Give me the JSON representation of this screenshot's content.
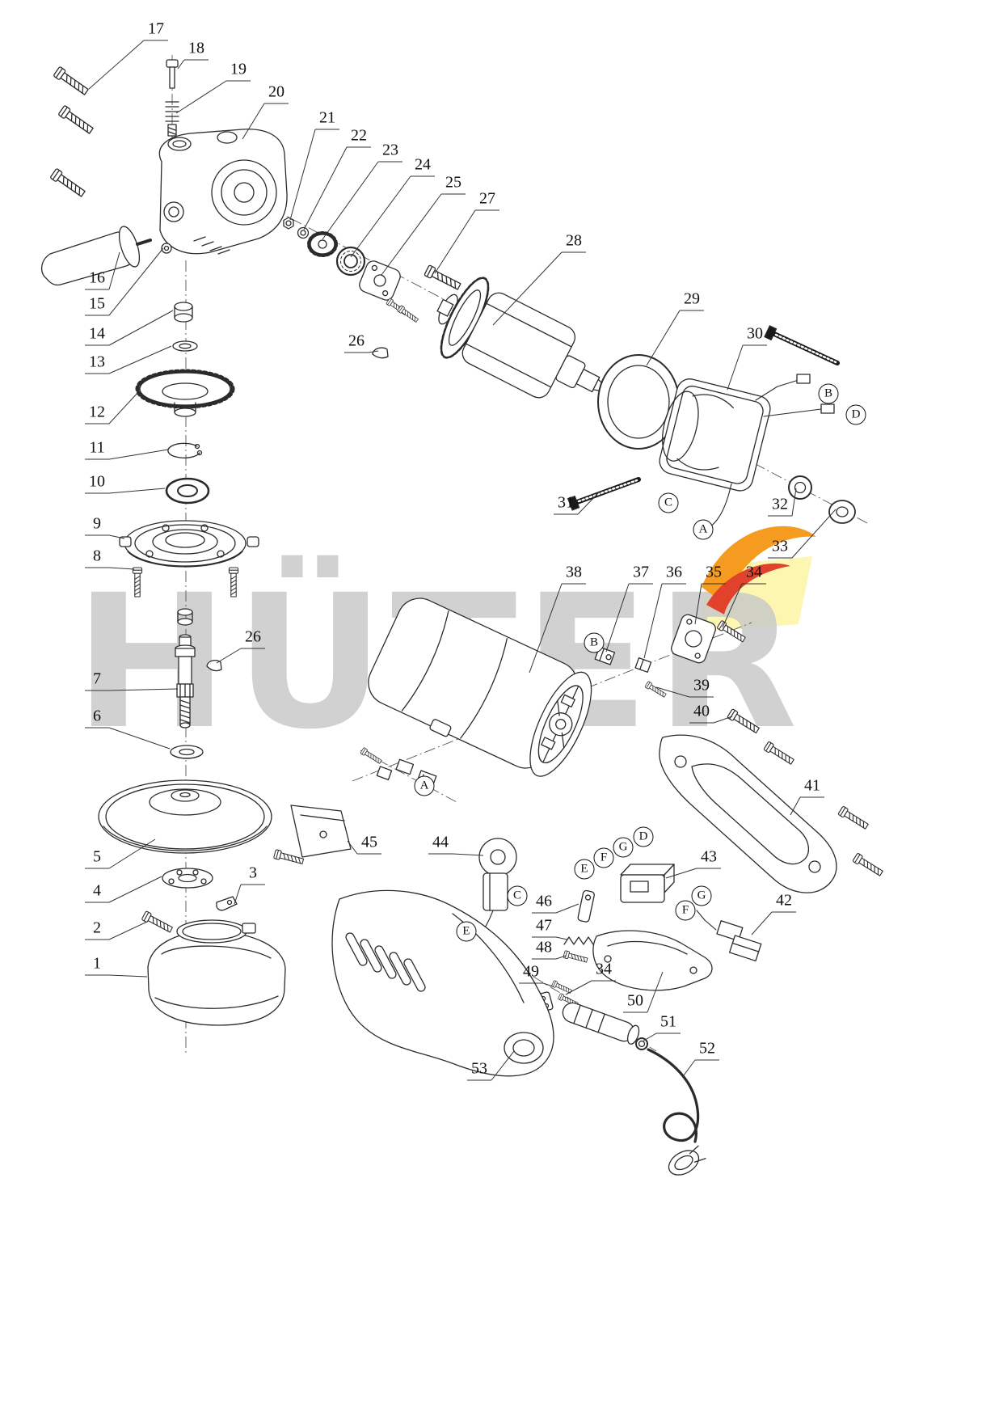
{
  "diagram": {
    "watermark": {
      "text": "HÜTER"
    },
    "colors": {
      "line": "#2b2b2b",
      "watermark_gray": "#c9c9c9",
      "accent_orange": "#f59b1f",
      "accent_red": "#e2422c",
      "accent_yellow": "#fdf6b0"
    }
  },
  "part_labels": [
    {
      "text": "17"
    },
    {
      "text": "18"
    },
    {
      "text": "19"
    },
    {
      "text": "20"
    },
    {
      "text": "21"
    },
    {
      "text": "22"
    },
    {
      "text": "23"
    },
    {
      "text": "24"
    },
    {
      "text": "25"
    },
    {
      "text": "27"
    },
    {
      "text": "28"
    },
    {
      "text": "29"
    },
    {
      "text": "30"
    },
    {
      "text": "16"
    },
    {
      "text": "15"
    },
    {
      "text": "14"
    },
    {
      "text": "13"
    },
    {
      "text": "26"
    },
    {
      "text": "12"
    },
    {
      "text": "11"
    },
    {
      "text": "10"
    },
    {
      "text": "9"
    },
    {
      "text": "8"
    },
    {
      "text": "31"
    },
    {
      "text": "32"
    },
    {
      "text": "33"
    },
    {
      "text": "38"
    },
    {
      "text": "37"
    },
    {
      "text": "36"
    },
    {
      "text": "35"
    },
    {
      "text": "34"
    },
    {
      "text": "39"
    },
    {
      "text": "40"
    },
    {
      "text": "26"
    },
    {
      "text": "7"
    },
    {
      "text": "6"
    },
    {
      "text": "5"
    },
    {
      "text": "4"
    },
    {
      "text": "2"
    },
    {
      "text": "3"
    },
    {
      "text": "1"
    },
    {
      "text": "41"
    },
    {
      "text": "45"
    },
    {
      "text": "44"
    },
    {
      "text": "43"
    },
    {
      "text": "46"
    },
    {
      "text": "47"
    },
    {
      "text": "48"
    },
    {
      "text": "42"
    },
    {
      "text": "49"
    },
    {
      "text": "34"
    },
    {
      "text": "50"
    },
    {
      "text": "51"
    },
    {
      "text": "52"
    },
    {
      "text": "53"
    }
  ],
  "letter_labels": [
    {
      "text": "B"
    },
    {
      "text": "D"
    },
    {
      "text": "C"
    },
    {
      "text": "A"
    },
    {
      "text": "B"
    },
    {
      "text": "A"
    },
    {
      "text": "C"
    },
    {
      "text": "E"
    },
    {
      "text": "E"
    },
    {
      "text": "F"
    },
    {
      "text": "G"
    },
    {
      "text": "D"
    },
    {
      "text": "G"
    },
    {
      "text": "F"
    }
  ]
}
